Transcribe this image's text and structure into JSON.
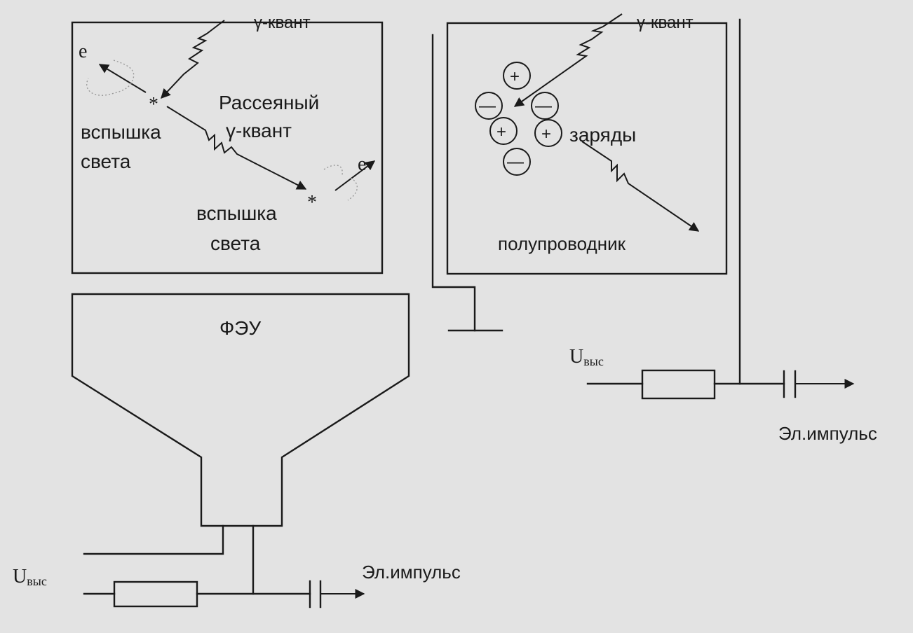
{
  "scintillator": {
    "gamma_top": "γ-квант",
    "electron_1": "e",
    "electron_2": "e",
    "interaction_mark_1": "*",
    "interaction_mark_2": "*",
    "flash_1_line1": "вспышка",
    "flash_1_line2": "света",
    "scattered_line1": "Рассеяный",
    "scattered_line2": "γ-квант",
    "flash_2_line1": "вспышка",
    "flash_2_line2": "света",
    "pmt_label": "ФЭУ",
    "voltage_main": "U",
    "voltage_sub": "выс",
    "pulse_label": "Эл.импульс"
  },
  "semiconductor": {
    "gamma_top": "γ-квант",
    "charge_plus": "+",
    "charge_minus": "—",
    "charges_label": "заряды",
    "material_label": "полупроводник",
    "voltage_main": "U",
    "voltage_sub": "выс",
    "pulse_label": "Эл.импульс"
  }
}
